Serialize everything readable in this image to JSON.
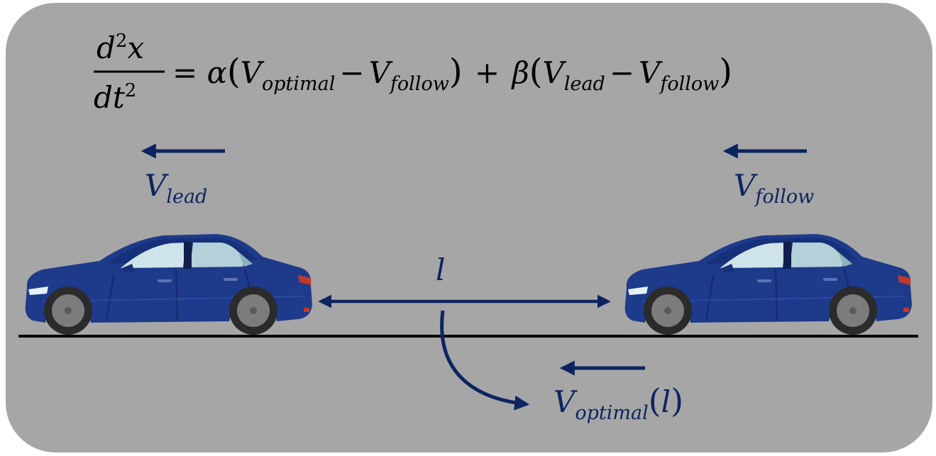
{
  "equation": {
    "numerator_base": "d",
    "numerator_exp": "2",
    "numerator_var": "x",
    "denominator_base": "dt",
    "denominator_exp": "2",
    "equals": "=",
    "alpha": "α",
    "beta": "β",
    "plus": "+",
    "minus": "−",
    "open_paren": "(",
    "close_paren": ")",
    "V": "V",
    "sub_optimal": "optimal",
    "sub_follow": "follow",
    "sub_lead": "lead"
  },
  "labels": {
    "lead_V": "V",
    "lead_sub": "lead",
    "follow_V": "V",
    "follow_sub": "follow",
    "gap": "l",
    "optimal_V": "V",
    "optimal_sub": "optimal",
    "optimal_arg_open": "(",
    "optimal_arg": "l",
    "optimal_arg_close": ")"
  },
  "colors": {
    "panel": "#a6a6a6",
    "arrow": "#0c2461",
    "car_body": "#1e3a8a",
    "road": "#000000"
  },
  "icons": [
    "car-icon",
    "arrow-left-icon",
    "double-arrow-icon",
    "curved-arrow-icon"
  ]
}
